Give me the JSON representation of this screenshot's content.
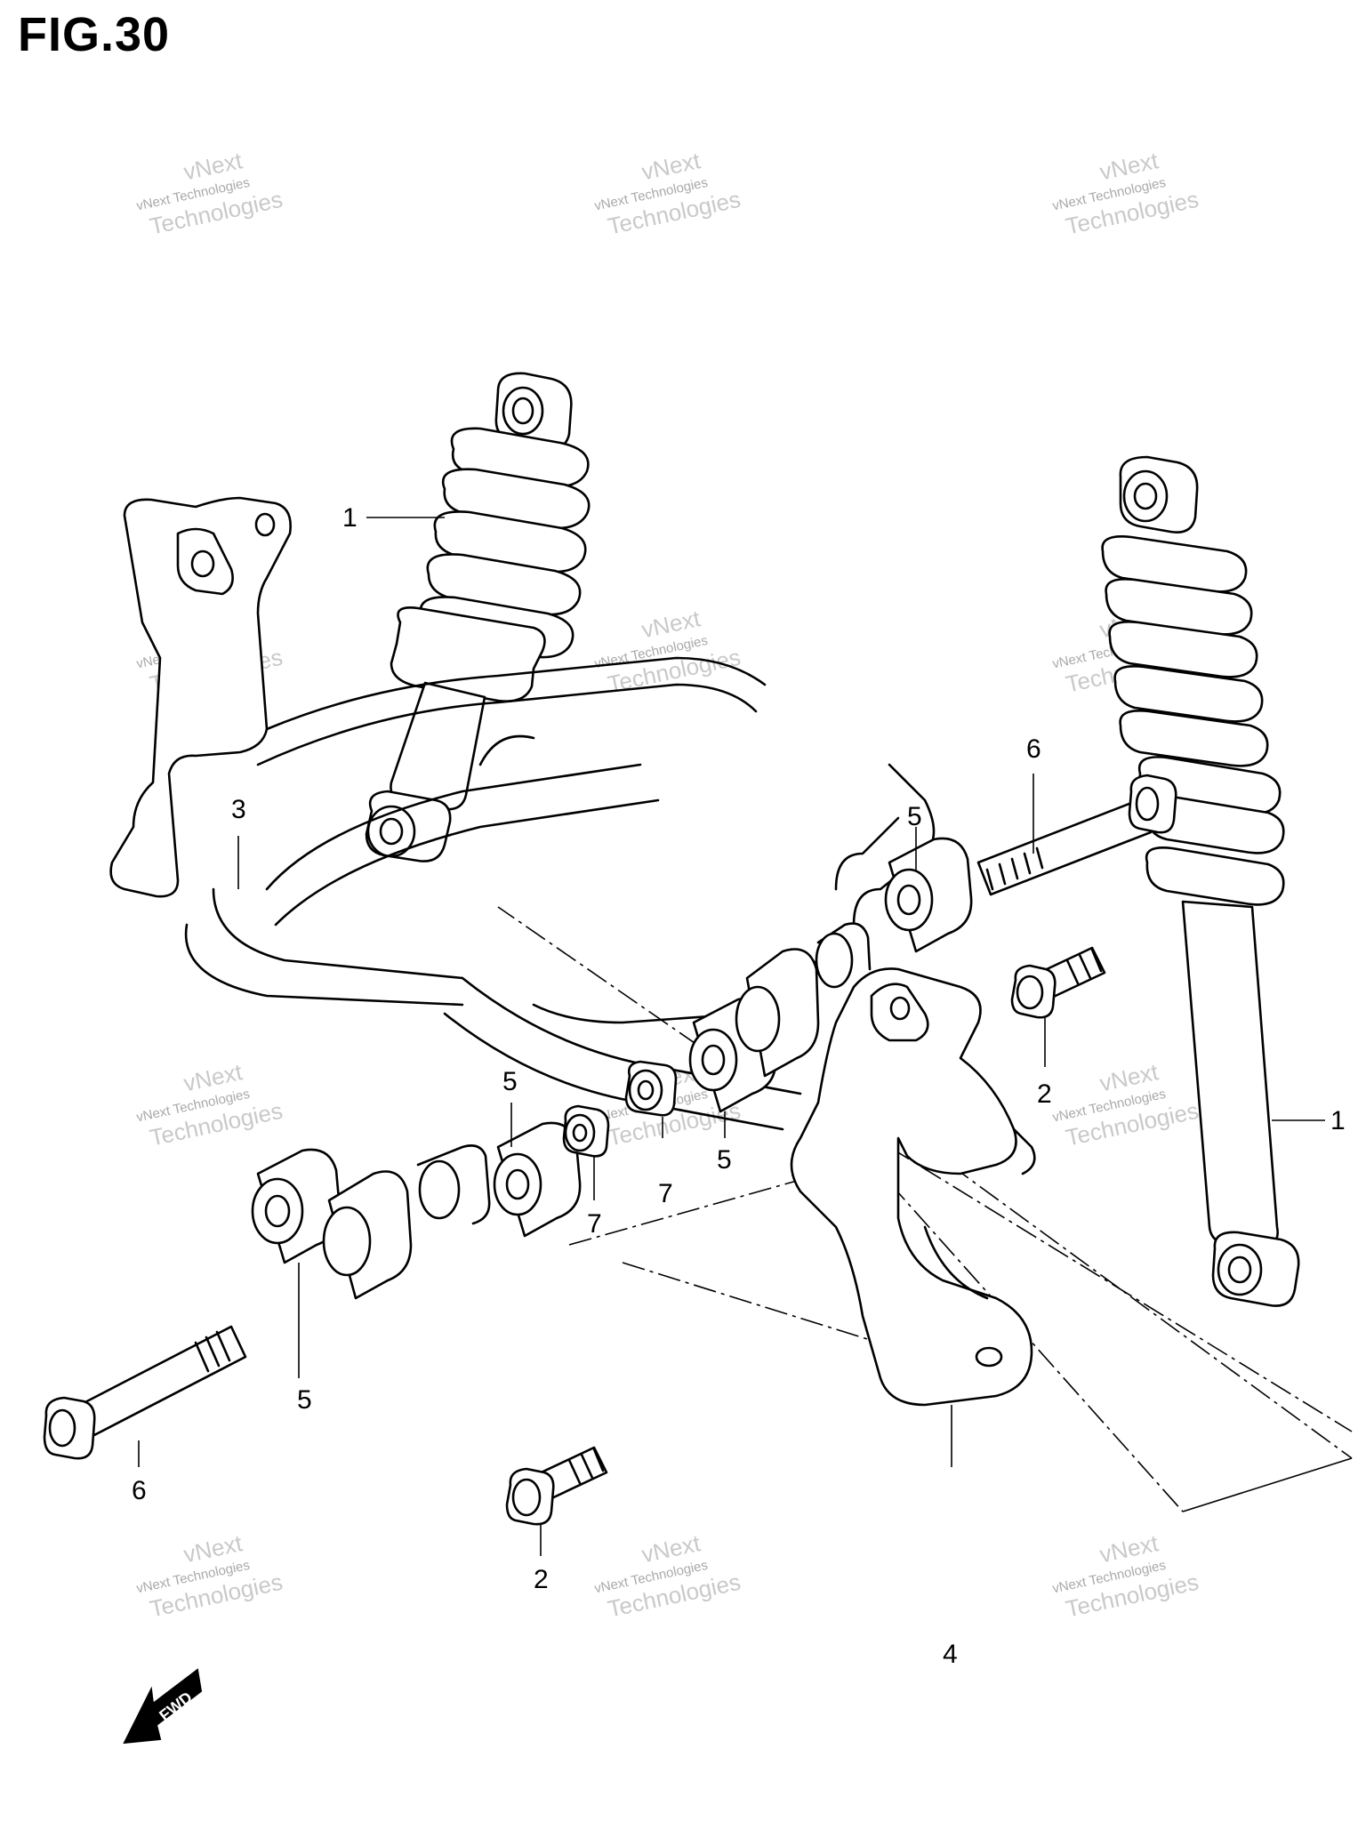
{
  "figure": {
    "title": "FIG.30",
    "direction_label": "FWD"
  },
  "watermark": {
    "line_small": "vNext Technologies",
    "line_big_1": "vNext",
    "line_big_2": "Technologies"
  },
  "callouts": {
    "c1_top": "1",
    "c1_right": "1",
    "c2_upper": "2",
    "c2_lower": "2",
    "c3": "3",
    "c4": "4",
    "c5_top": "5",
    "c5_mid": "5",
    "c5_center": "5",
    "c5_left": "5",
    "c6_top": "6",
    "c6_left": "6",
    "c7_a": "7",
    "c7_b": "7"
  },
  "parts": [
    {
      "ref": "1",
      "icon": "shock-absorber-icon"
    },
    {
      "ref": "2",
      "icon": "flange-bolt-icon"
    },
    {
      "ref": "3",
      "icon": "upper-arm-icon"
    },
    {
      "ref": "4",
      "icon": "lower-arm-icon"
    },
    {
      "ref": "5",
      "icon": "bushing-icon"
    },
    {
      "ref": "6",
      "icon": "long-bolt-icon"
    },
    {
      "ref": "7",
      "icon": "nut-icon"
    }
  ]
}
